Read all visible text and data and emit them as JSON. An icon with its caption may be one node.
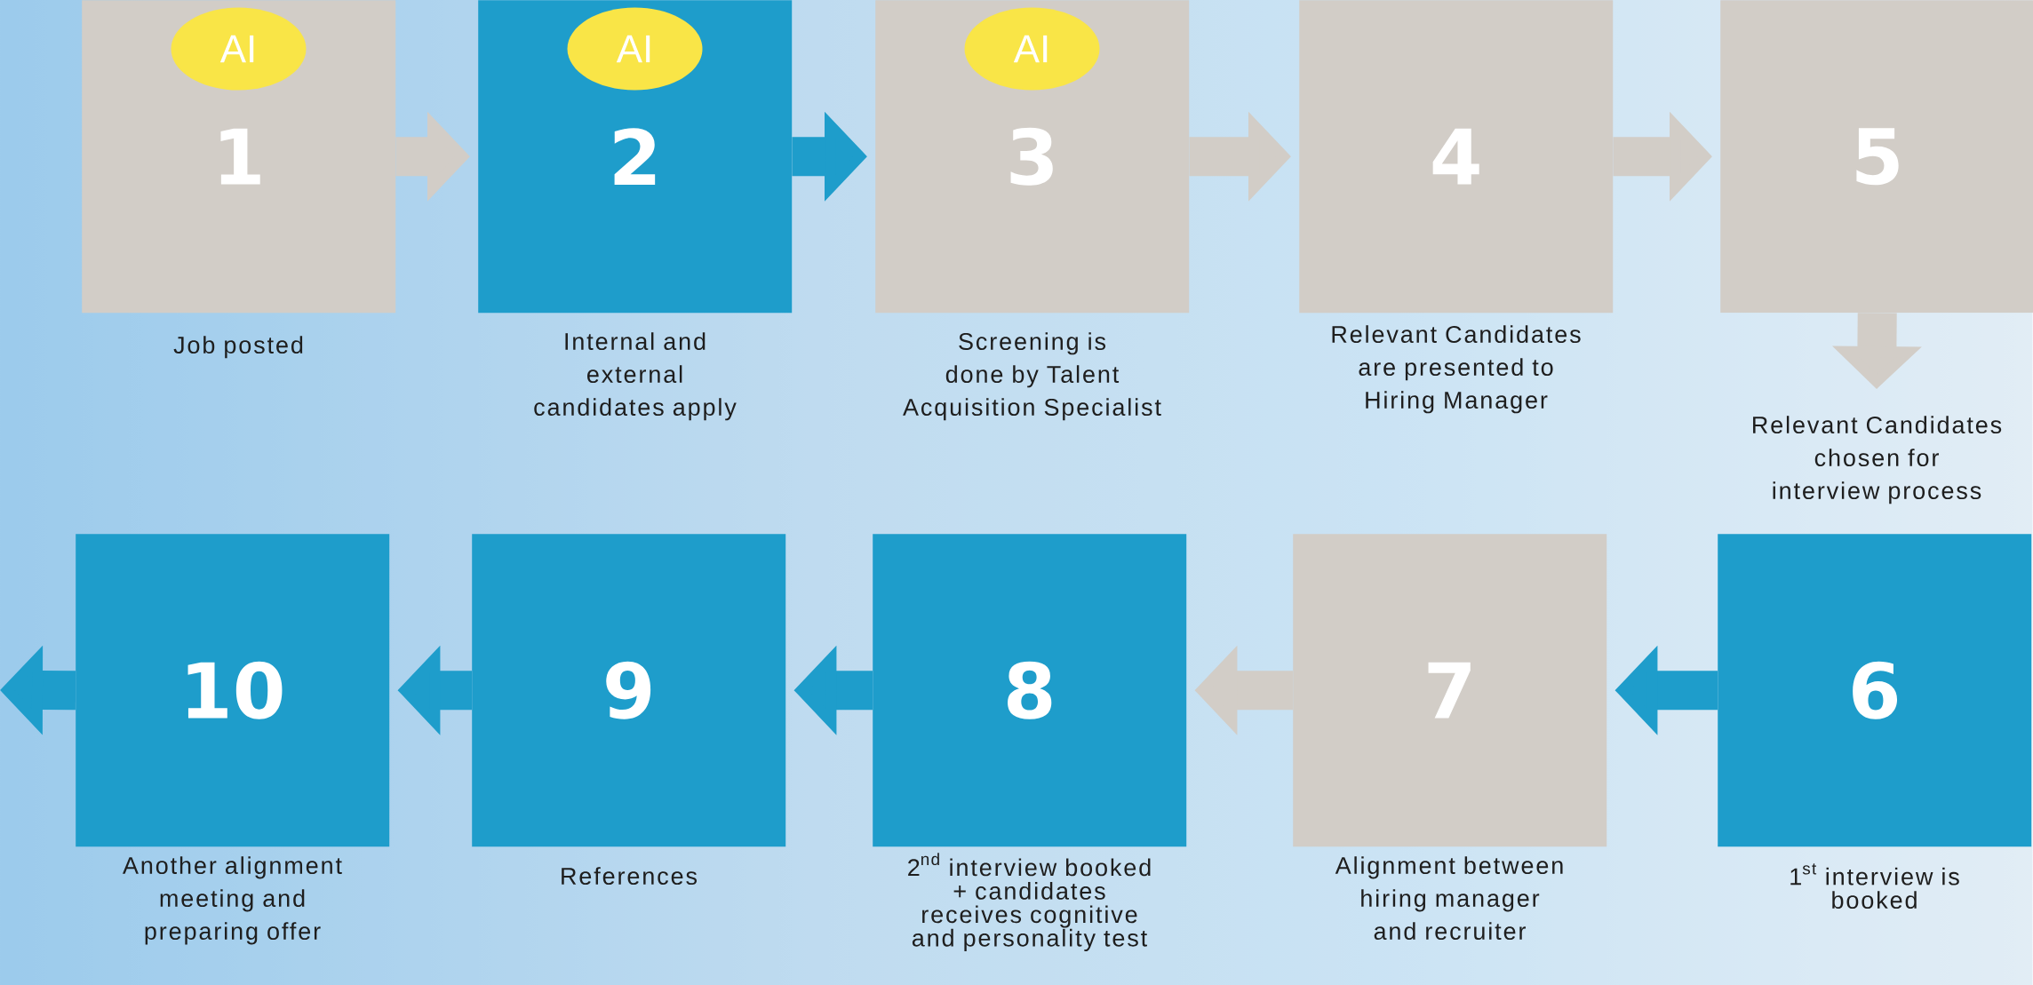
{
  "diagram": {
    "nodes": [
      {
        "text": [
          "1"
        ],
        "beside": [
          "Job posted"
        ]
      },
      {
        "text": [
          "AI"
        ],
        "in": 0
      },
      {
        "text": [
          "2"
        ],
        "beside": [
          "Internal and external candidates apply"
        ]
      },
      {
        "text": [
          "AI"
        ],
        "in": 2
      },
      {
        "text": [
          "3"
        ],
        "beside": [
          "Screening is done by Talent Acquisition Specialist"
        ]
      },
      {
        "text": [
          "AI"
        ],
        "in": 4
      },
      {
        "text": [
          "4"
        ],
        "beside": [
          "Relevant Candidates are presented to Hiring Manager"
        ]
      },
      {
        "text": [
          "5"
        ]
      },
      {
        "text": [
          "6"
        ],
        "beside": [
          "\\begin{array}{c}\\text{1}^{\\text{st}}\\text{ interview is}\\\\ \\text{booked}\\end{array}"
        ]
      },
      {
        "text": [
          "7"
        ],
        "beside": [
          "Alignment between hiring manager and recruiter"
        ]
      },
      {
        "text": [
          "8"
        ],
        "beside": [
          "\\begin{array}{c}\\text{2}^{\\text{nd}}\\text{ interview booked}\\\\ \\text{+ candidates}\\\\ \\text{receives cognitive}\\\\ \\text{and personality test}\\end{array}"
        ]
      },
      {
        "text": [
          "9"
        ],
        "beside": [
          "References"
        ]
      },
      {
        "text": [
          "10"
        ],
        "beside": [
          "Another alignment meeting and preparing offer"
        ]
      }
    ],
    "edges": [
      {
        "from": 0,
        "to": 2,
        "arrow": "to",
        "color": "#d2cdc7"
      },
      {
        "from": 2,
        "to": 4,
        "arrow": "to",
        "color": "#1e9dcb"
      },
      {
        "from": 4,
        "to": 6,
        "arrow": "to",
        "color": "#d2cdc7"
      },
      {
        "from": 6,
        "to": 7,
        "arrow": "to",
        "color": "#d2cdc7"
      },
      {
        "from": 7,
        "to": null,
        "arrow": "to",
        "color": "#d2cdc7"
      },
      {
        "from": 8,
        "to": 9,
        "arrow": "to",
        "color": "#1e9dcb"
      },
      {
        "from": 9,
        "to": 10,
        "arrow": "to",
        "color": "#d2cdc7"
      },
      {
        "from": 10,
        "to": 11,
        "arrow": "to",
        "color": "#1e9dcb"
      },
      {
        "from": 11,
        "to": 12,
        "arrow": "to",
        "color": "#1e9dcb"
      },
      {
        "from": 12,
        "to": null,
        "arrow": "to",
        "color": "#1e9dcb"
      }
    ],
    "labels": [
      "Relevant Candidates chosen for interview process"
    ]
  }
}
